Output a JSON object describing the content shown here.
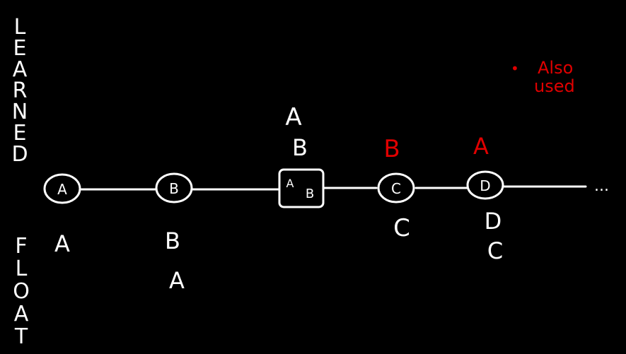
{
  "side_labels": {
    "learned": [
      "L",
      "E",
      "A",
      "R",
      "N",
      "E",
      "D"
    ],
    "float": [
      "F",
      "L",
      "O",
      "A",
      "T"
    ]
  },
  "nodes": [
    {
      "id": "A",
      "label": "A",
      "shape": "circle"
    },
    {
      "id": "B",
      "label": "B",
      "shape": "circle"
    },
    {
      "id": "AB",
      "label_main": "A",
      "label_sub": "B",
      "shape": "box"
    },
    {
      "id": "C",
      "label": "C",
      "shape": "circle"
    },
    {
      "id": "D",
      "label": "D",
      "shape": "circle"
    }
  ],
  "timeline_end": "...",
  "learned_stacks": {
    "AB": [
      "A",
      "B"
    ],
    "C": [
      "B"
    ],
    "D": [
      "A"
    ]
  },
  "float_stacks": {
    "A": [
      "A"
    ],
    "B": [
      "B",
      "A"
    ],
    "C": [
      "C"
    ],
    "D": [
      "D",
      "C"
    ]
  },
  "note": {
    "bullet": "•",
    "line1": "Also",
    "line2": "used",
    "color": "#e00000"
  },
  "colors": {
    "ink": "#ffffff",
    "accent": "#e00000",
    "background": "#000000"
  }
}
